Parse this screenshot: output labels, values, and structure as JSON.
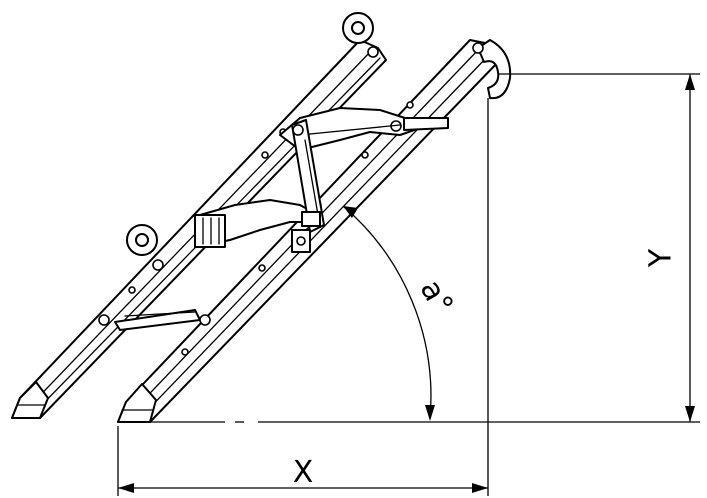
{
  "dimensions": {
    "x_label": "X",
    "y_label": "Y",
    "angle_label": "a°"
  },
  "colors": {
    "line": "#000000",
    "background": "#ffffff"
  }
}
